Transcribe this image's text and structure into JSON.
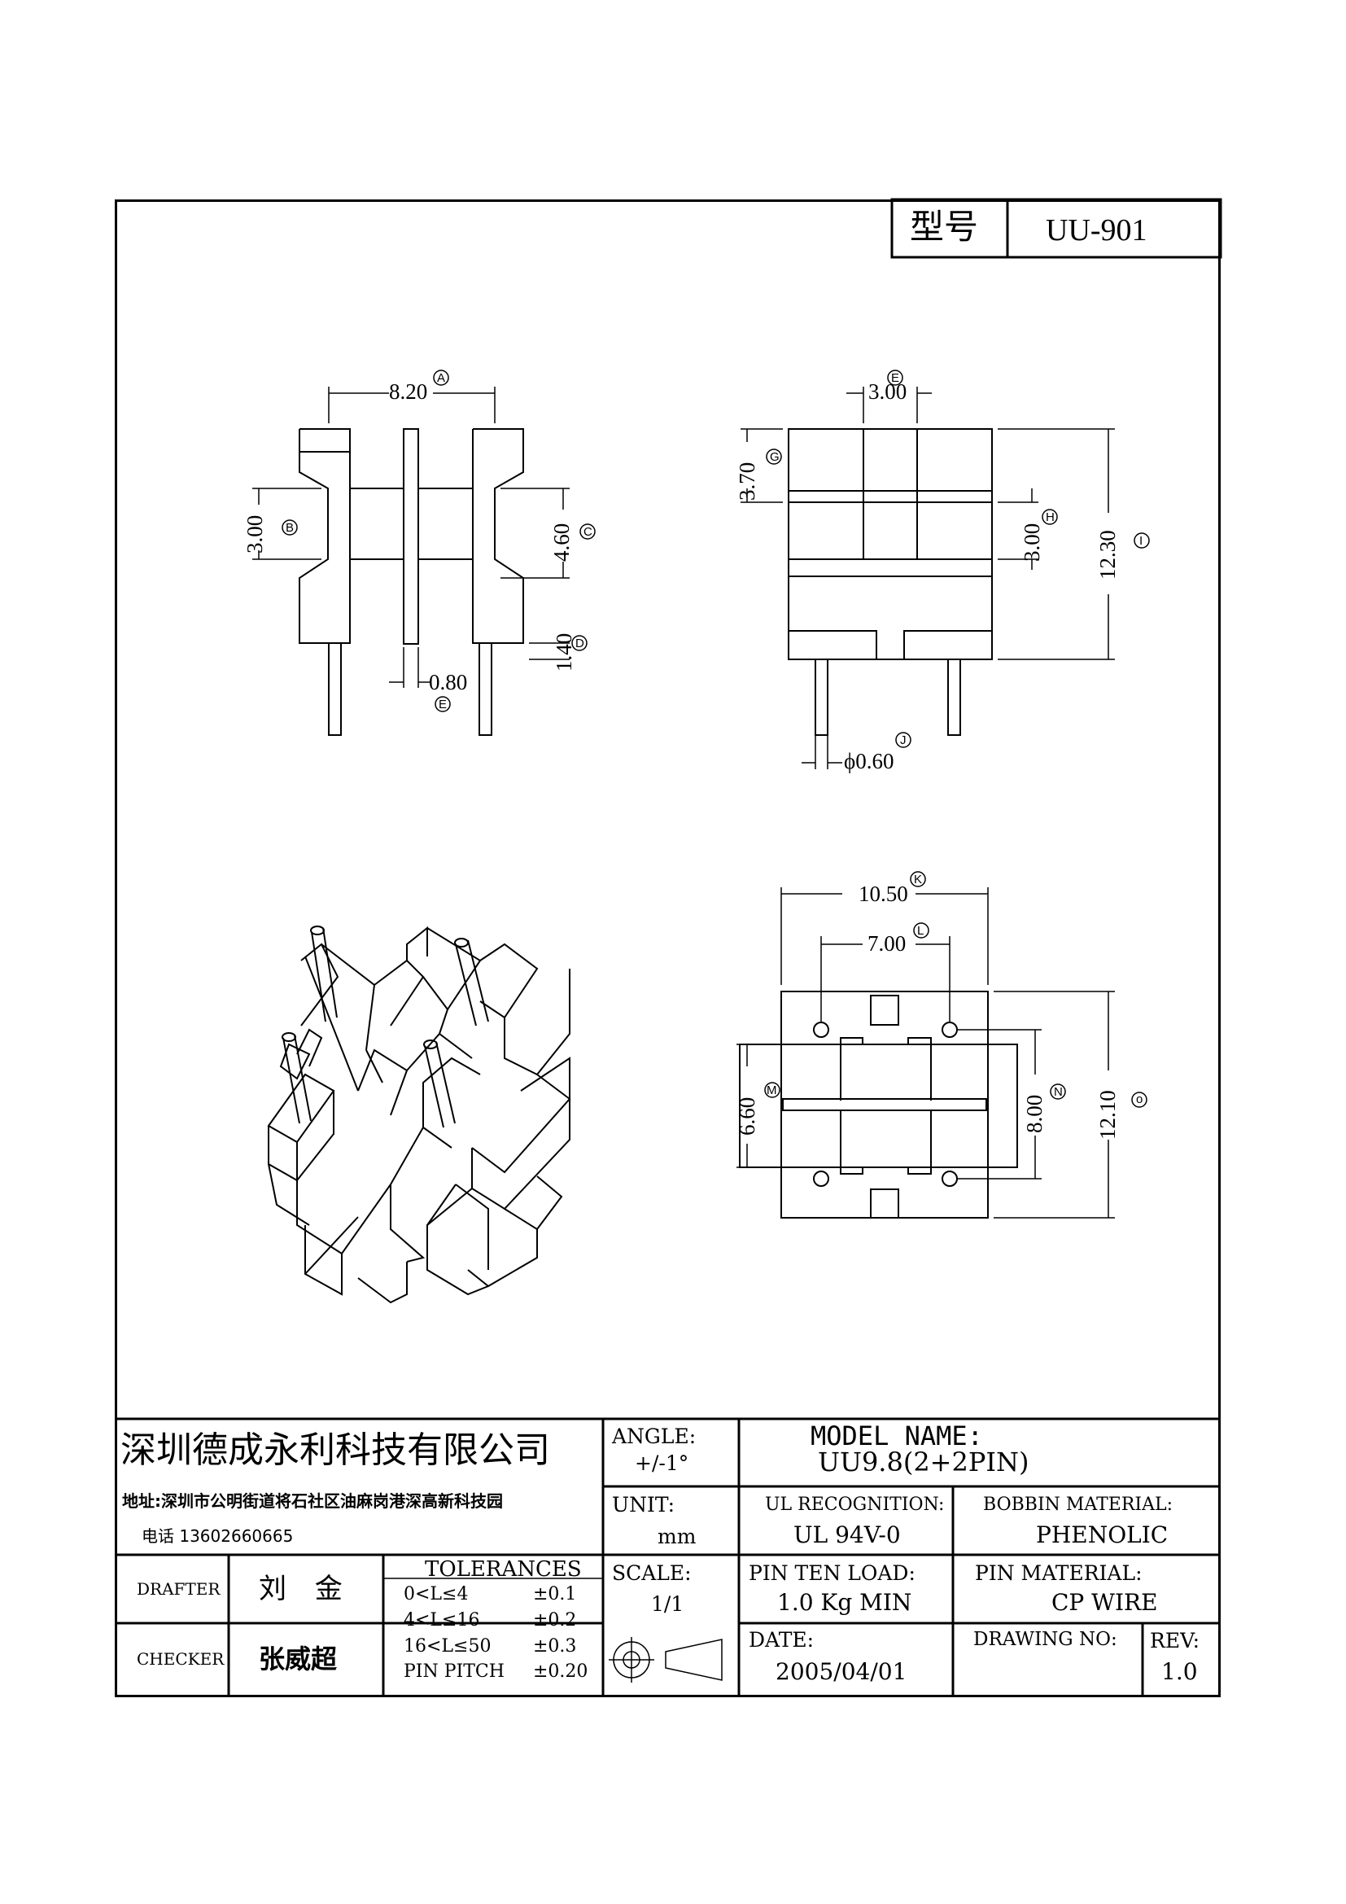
{
  "title_block": {
    "model_label": "型号",
    "model_value": "UU-901"
  },
  "dimensions": {
    "A": "8.20",
    "B": "3.00",
    "C": "4.60",
    "D": "1.40",
    "E": "0.80",
    "F": "3.00",
    "G": "3.70",
    "H": "3.00",
    "I": "12.30",
    "J": "ϕ0.60",
    "K": "10.50",
    "L": "7.00",
    "M": "6.60",
    "N": "8.00",
    "O": "12.10"
  },
  "callouts": {
    "A": "A",
    "B": "B",
    "C": "C",
    "D": "D",
    "E": "E",
    "F": "E",
    "G": "G",
    "H": "H",
    "I": "I",
    "J": "J",
    "K": "K",
    "L": "L",
    "M": "M",
    "N": "N",
    "O": "o"
  },
  "company": {
    "name": "深圳德成永利科技有限公司",
    "address": "地址:深圳市公明街道将石社区油麻岗港深高新科技园",
    "phone": "电话 13602660665"
  },
  "block": {
    "angle_label": "ANGLE:",
    "angle_value": "+/-1°",
    "unit_label": "UNIT:",
    "unit_value": "mm",
    "scale_label": "SCALE:",
    "scale_value": "1/1",
    "model_name_label": "MODEL NAME:",
    "model_name_value": "UU9.8(2+2PIN)",
    "ul_label": "UL RECOGNITION:",
    "ul_value": "UL 94V-0",
    "bobbin_label": "BOBBIN MATERIAL:",
    "bobbin_value": "PHENOLIC",
    "pin_load_label": "PIN TEN LOAD:",
    "pin_load_value": "1.0 Kg MIN",
    "pin_material_label": "PIN MATERIAL:",
    "pin_material_value": "CP WIRE",
    "date_label": "DATE:",
    "date_value": "2005/04/01",
    "drawing_no_label": "DRAWING NO:",
    "rev_label": "REV:",
    "rev_value": "1.0",
    "drafter_label": "DRAFTER",
    "drafter_value": "刘 金",
    "checker_label": "CHECKER",
    "checker_value": "张威超",
    "tolerances_label": "TOLERANCES",
    "tolerances": [
      {
        "range": "0<L≤4",
        "tol": "±0.1"
      },
      {
        "range": "4<L≤16",
        "tol": "±0.2"
      },
      {
        "range": "16<L≤50",
        "tol": "±0.3"
      },
      {
        "range": "PIN PITCH",
        "tol": "±0.20"
      }
    ]
  }
}
